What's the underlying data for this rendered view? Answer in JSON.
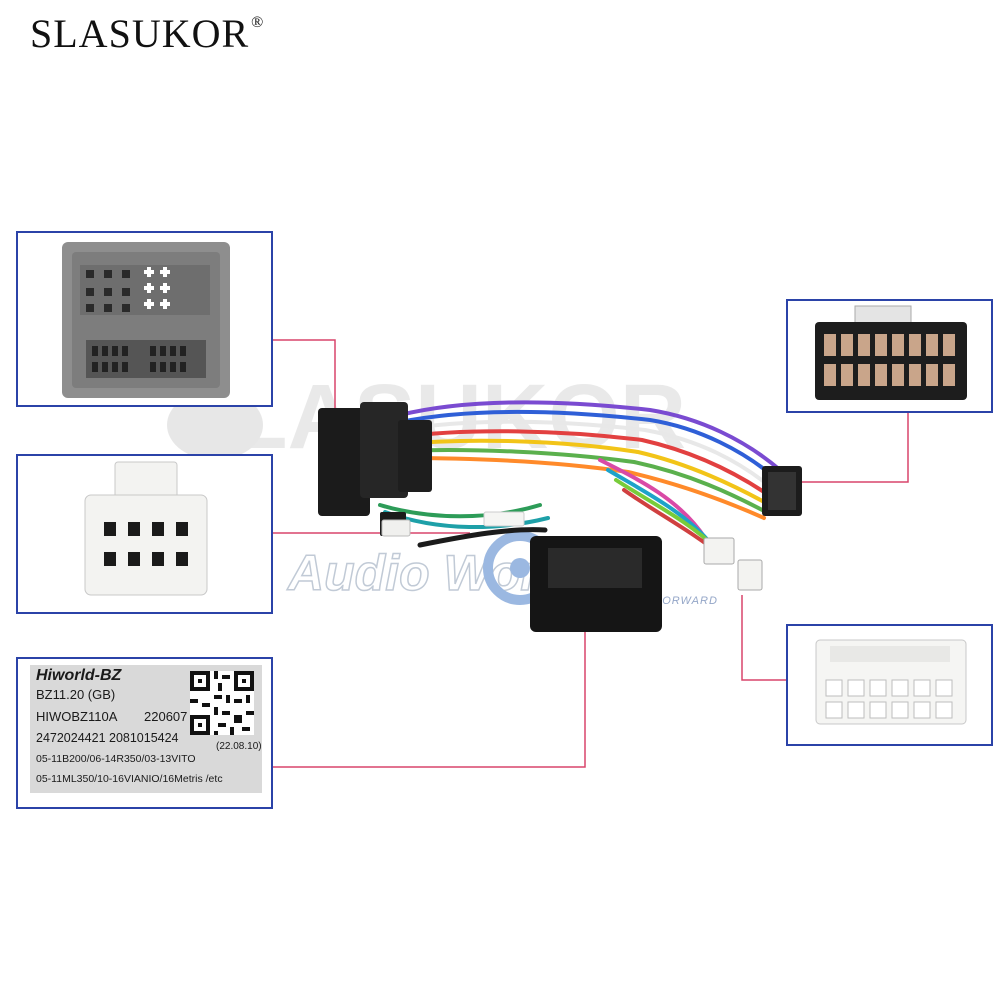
{
  "brand": {
    "name": "SLASUKOR",
    "registered": "®"
  },
  "watermark": {
    "text": "SLASUKOR",
    "logo": "Audio Work",
    "logo_tagline": "ALWAYS FORWARD"
  },
  "label": {
    "brand": "Hiworld-BZ",
    "model": "BZ11.20 (GB)",
    "code": "HIWOBZ110A",
    "date": "220607",
    "serial": "2472024421 2081015424",
    "version": "(22.08.10)",
    "compat_line1": "05-11B200/06-14R350/03-13VITO",
    "compat_line2": "05-11ML350/10-16VIANIO/16Metris /etc"
  },
  "colors": {
    "panel_border": "#2b43a8",
    "leader_line": "#d9456b",
    "connector_grey": "#8c8c8c",
    "connector_white": "#f2f2f0",
    "harness_black": "#1b1b1b"
  }
}
